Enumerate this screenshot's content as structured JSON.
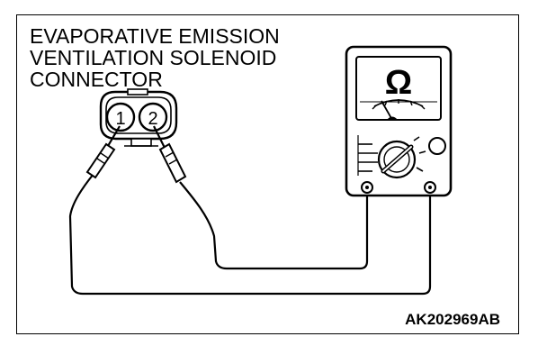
{
  "diagram": {
    "title_lines": [
      "EVAPORATIVE EMISSION",
      "VENTILATION SOLENOID",
      "CONNECTOR"
    ],
    "connector": {
      "pins": [
        "1",
        "2"
      ]
    },
    "meter": {
      "symbol": "Ω"
    },
    "reference_code": "AK202969AB"
  }
}
